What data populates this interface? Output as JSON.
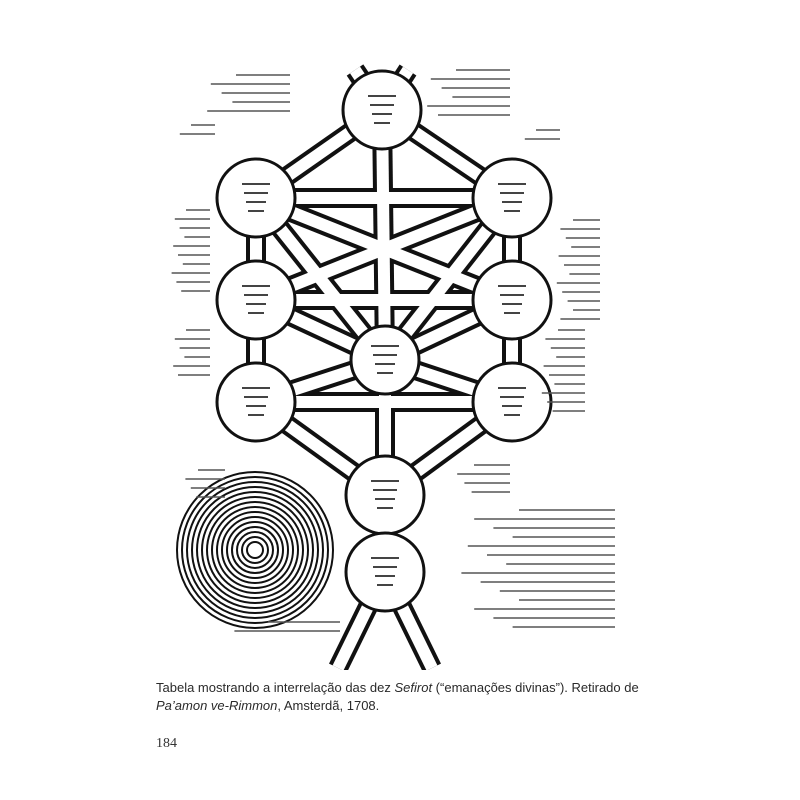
{
  "figure": {
    "description_icon": "tree-of-life-diagram"
  },
  "caption": {
    "part1": "Tabela mostrando a interrelação das dez ",
    "italic1": "Sefirot",
    "part2": " (“emanações divinas”). Retirado de ",
    "italic2": "Pa’amon ve-Rimmon",
    "part3": ", Amsterdã, 1708."
  },
  "page_number": "184"
}
